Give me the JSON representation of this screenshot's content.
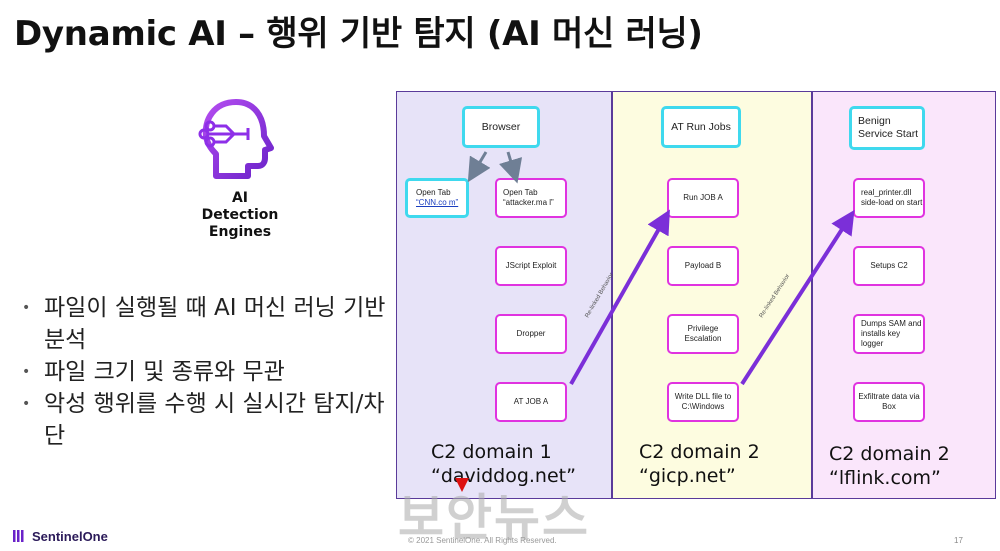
{
  "slide": {
    "title": "Dynamic AI – 행위 기반 탐지 (AI 머신 러닝)",
    "engine_label_lines": [
      "AI",
      "Detection",
      "Engines"
    ],
    "bullets": [
      "파일이 실행될 때 AI 머신 러닝 기반 분석",
      "파일 크기 및 종류와 무관",
      "악성 행위를 수행 시 실시간 탐지/차단"
    ]
  },
  "panels": [
    {
      "boxes": {
        "browser": "Browser",
        "open_tab_cnn_prefix": "Open Tab",
        "open_tab_cnn_link": "“CNN.co m”",
        "open_tab_attacker": "Open Tab “attacker.ma l”",
        "jscript": "JScript Exploit",
        "dropper": "Dropper",
        "at_job": "AT JOB A"
      },
      "domain_line1": "C2 domain 1",
      "domain_line2": "“daviddog.net”"
    },
    {
      "boxes": {
        "at_run_jobs": "AT Run Jobs",
        "run_job": "Run JOB A",
        "payload": "Payload B",
        "privilege": "Privilege Escalation",
        "write_dll": "Write DLL file to C:\\Windows"
      },
      "domain_line1": "C2 domain 2",
      "domain_line2": "“gicp.net”"
    },
    {
      "boxes": {
        "benign": "Benign Service Start",
        "real_printer": "real_printer.dll side-load on start",
        "setups": "Setups C2",
        "dumps": "Dumps SAM and installs key logger",
        "exfiltrate": "Exfiltrate data via Box"
      },
      "domain_line1": "C2 domain 2",
      "domain_line2": "“lflink.com”"
    }
  ],
  "arrows": {
    "relinked_label": "Re-linked Behavior"
  },
  "footer": {
    "brand": "SentinelOne",
    "copyright": "© 2021 SentinelOne. All Rights Reserved.",
    "page_number": "17"
  },
  "watermark": "보안뉴스",
  "colors": {
    "magenta": "#e033e0",
    "cyan": "#3fd9ee",
    "purple_arrow": "#7b2fd8",
    "logo_purple": "#8e2fe8"
  }
}
